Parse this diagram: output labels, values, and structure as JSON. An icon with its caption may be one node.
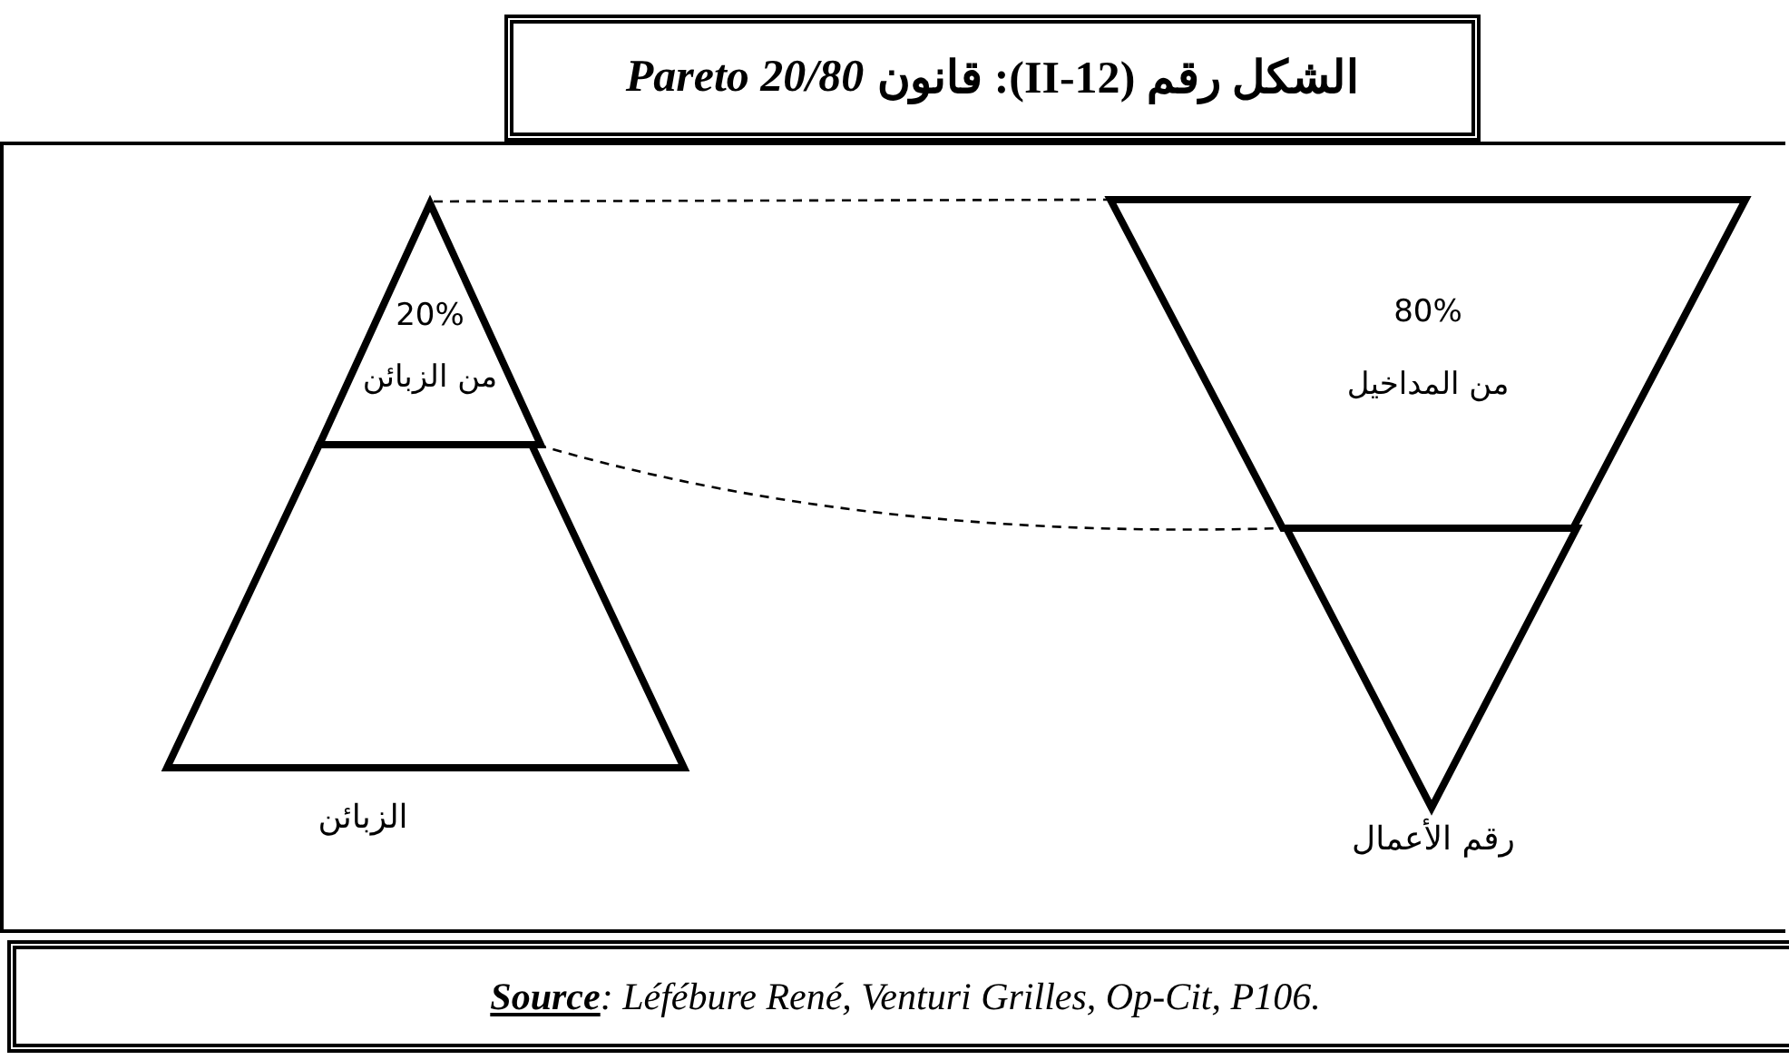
{
  "diagram": {
    "title": "الشكل رقم (II-12): قانون *Pareto 20/80*",
    "caption": "**Source**: Léfébure René, Venturi Grilles, Op-Cit, P106.",
    "nodes": [
      {
        "text": [
          "20%",
          "من الزبائن"
        ]
      },
      {
        "text": [],
        "shape": "trapezoid",
        "beside": [
          "الزبائن"
        ]
      },
      {
        "text": [
          "80%",
          "من المداخيل"
        ]
      },
      {
        "text": [],
        "shape": "triangle",
        "beside": [
          "رقم الأعمال"
        ]
      }
    ],
    "edges": [
      {
        "from": 0,
        "to": 2,
        "arrow": "none",
        "style": "dashed"
      },
      {
        "from": 1,
        "to": 3,
        "arrow": "none",
        "style": "dashed"
      }
    ]
  }
}
